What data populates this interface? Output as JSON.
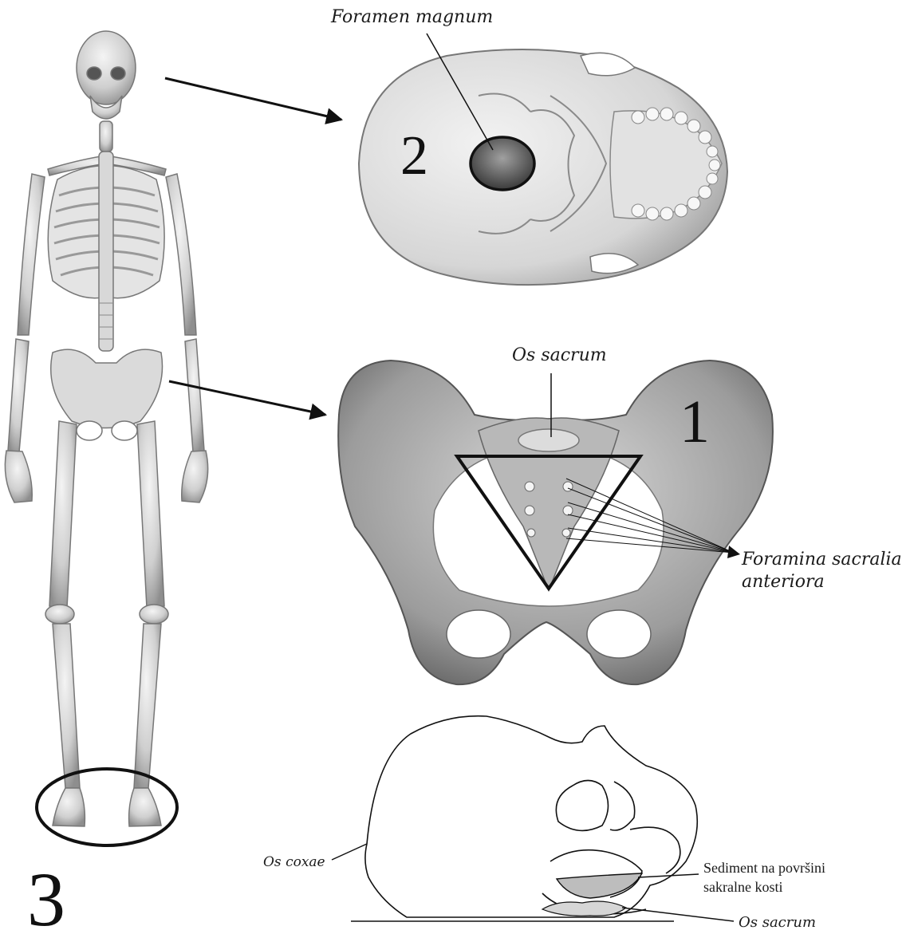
{
  "labels": {
    "foramen_magnum": "Foramen magnum",
    "os_sacrum_top": "Os sacrum",
    "foramina_line1": "Foramina sacralia",
    "foramina_line2": "anteriora",
    "os_coxae": "Os coxae",
    "sediment_line1": "Sediment na površini",
    "sediment_line2": "sakralne kosti",
    "os_sacrum_bottom": "Os sacrum"
  },
  "numbers": {
    "skull": "2",
    "pelvis": "1",
    "skeleton": "3"
  }
}
